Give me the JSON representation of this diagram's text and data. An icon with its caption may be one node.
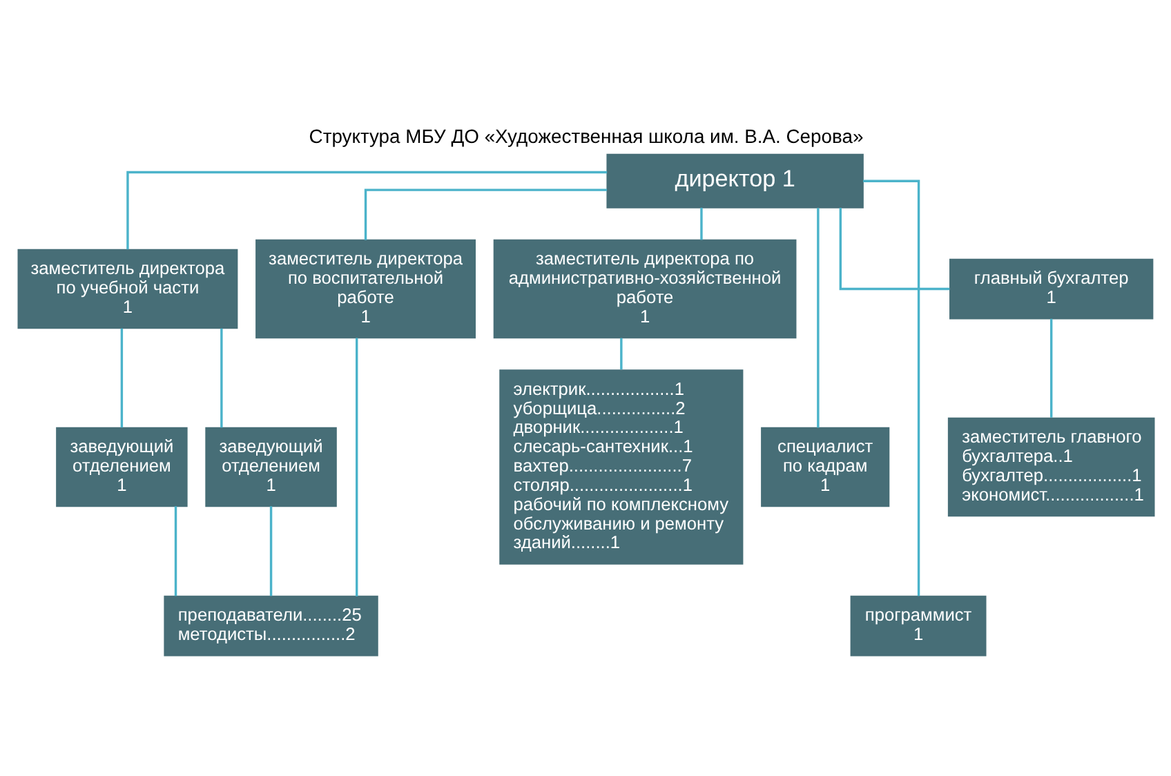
{
  "diagram": {
    "title": "Структура МБУ ДО «Художественная школа им. В.А. Серова»",
    "nodes": [
      {
        "text": [
          "директор 1"
        ]
      },
      {
        "text": [
          "заместитель директора по учебной части",
          "1"
        ]
      },
      {
        "text": [
          "заместитель директора по воспитательной работе",
          "1"
        ]
      },
      {
        "text": [
          "заместитель директора по административно-хозяйственной работе",
          "1"
        ]
      },
      {
        "text": [
          "главный бухгалтер",
          "1"
        ]
      },
      {
        "text": [
          "заведующий отделением",
          "1"
        ]
      },
      {
        "text": [
          "заведующий отделением",
          "1"
        ]
      },
      {
        "text": [
          "преподаватели........25",
          "методисты................2"
        ]
      },
      {
        "text": [
          "электрик..................1",
          "уборщица................2",
          "дворник...................1",
          "слесарь-сантехник...1",
          "вахтер.......................7",
          "столяр.......................1",
          "рабочий по комплексному обслуживанию и ремонту зданий........1"
        ]
      },
      {
        "text": [
          "специалист по кадрам",
          "1"
        ]
      },
      {
        "text": [
          "программист",
          "1"
        ]
      },
      {
        "text": [
          "заместитель главного бухгалтера..1",
          "бухгалтер..................1",
          "экономист..................1"
        ]
      }
    ],
    "edges": [
      {
        "from": 0,
        "to": 1,
        "arrow": "none"
      },
      {
        "from": 0,
        "to": 2,
        "arrow": "none"
      },
      {
        "from": 0,
        "to": 3,
        "arrow": "none"
      },
      {
        "from": 0,
        "to": 9,
        "arrow": "none"
      },
      {
        "from": 0,
        "to": 10,
        "arrow": "none"
      },
      {
        "from": 0,
        "to": 4,
        "arrow": "none"
      },
      {
        "from": 1,
        "to": 5,
        "arrow": "none"
      },
      {
        "from": 1,
        "to": 6,
        "arrow": "none"
      },
      {
        "from": 5,
        "to": 7,
        "arrow": "none"
      },
      {
        "from": 6,
        "to": 7,
        "arrow": "none"
      },
      {
        "from": 2,
        "to": 7,
        "arrow": "none"
      },
      {
        "from": 3,
        "to": 8,
        "arrow": "none"
      },
      {
        "from": 4,
        "to": 11,
        "arrow": "none"
      }
    ]
  }
}
